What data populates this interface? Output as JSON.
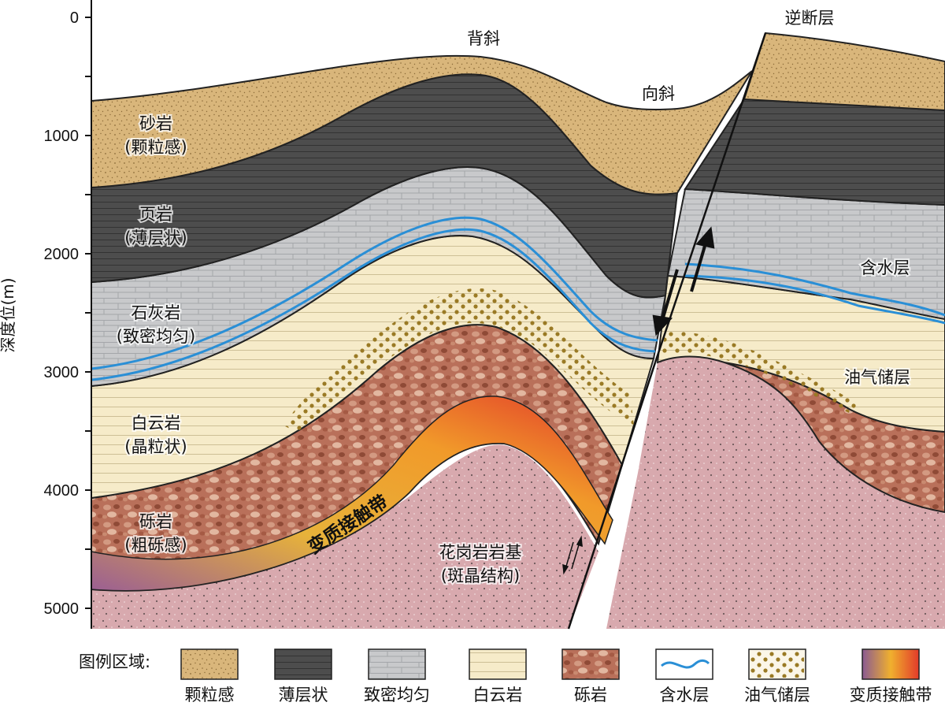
{
  "axis": {
    "ylabel": "深度位(m)",
    "ticks": [
      "0",
      "1000",
      "2000",
      "3000",
      "4000",
      "5000"
    ]
  },
  "structures": {
    "anticline": "背斜",
    "syncline": "向斜",
    "reverse_fault": "逆断层"
  },
  "layers": [
    {
      "name": "砂岩",
      "desc": "(颗粒感)"
    },
    {
      "name": "页岩",
      "desc": "(薄层状)"
    },
    {
      "name": "石灰岩",
      "desc": "(致密均匀)"
    },
    {
      "name": "白云岩",
      "desc": "(晶粒状)"
    },
    {
      "name": "砾岩",
      "desc": "(粗砾感)"
    }
  ],
  "features": {
    "granite_name": "花岗岩岩基",
    "granite_desc": "(斑晶结构)",
    "contact": "变质接触带",
    "aquifer": "含水层",
    "reservoir": "油气储层"
  },
  "legend": {
    "title": "图例区域:",
    "items": [
      "颗粒感",
      "薄层状",
      "致密均匀",
      "白云岩",
      "砾岩",
      "含水层",
      "油气储层",
      "变质接触带"
    ]
  },
  "colors": {
    "sandstone": "#d9b67b",
    "shale": "#4d4d4d",
    "limestone": "#c8c9cb",
    "dolomite": "#f6ebc9",
    "conglomerate": "#b9705a",
    "granite": "#d8a9ae",
    "aquifer": "#2a8fd6",
    "reservoir": "#9a7a25"
  }
}
